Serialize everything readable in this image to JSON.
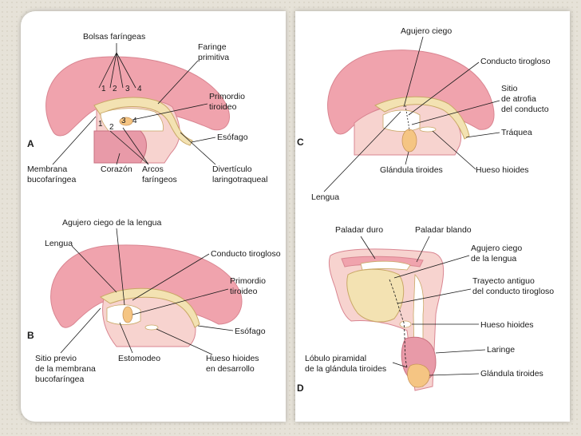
{
  "panels": {
    "A": {
      "letter": "A",
      "labels": {
        "bolsas": "Bolsas faríngeas",
        "faringe_1": "Faringe",
        "faringe_2": "primitiva",
        "primordio_1": "Primordio",
        "primordio_2": "tiroideo",
        "esofago": "Esófago",
        "membrana_1": "Membrana",
        "membrana_2": "bucofaríngea",
        "corazon": "Corazón",
        "arcos_1": "Arcos",
        "arcos_2": "faríngeos",
        "diverticulo_1": "Divertículo",
        "diverticulo_2": "laringotraqueal"
      },
      "pouch_numbers": [
        "1",
        "2",
        "3",
        "4"
      ],
      "arch_numbers": [
        "1",
        "2",
        "3",
        "4"
      ]
    },
    "B": {
      "letter": "B",
      "labels": {
        "agujero": "Agujero ciego de la lengua",
        "lengua": "Lengua",
        "conducto": "Conducto tirogloso",
        "primordio_1": "Primordio",
        "primordio_2": "tiroideo",
        "esofago": "Esófago",
        "sitio_1": "Sitio previo",
        "sitio_2": "de la membrana",
        "sitio_3": "bucofaríngea",
        "estomodeo": "Estomodeo",
        "hueso_1": "Hueso hioides",
        "hueso_2": "en desarrollo"
      }
    },
    "C": {
      "letter": "C",
      "labels": {
        "agujero": "Agujero ciego",
        "conducto": "Conducto tirogloso",
        "sitio_1": "Sitio",
        "sitio_2": "de atrofia",
        "sitio_3": "del conducto",
        "traquea": "Tráquea",
        "glandula": "Glándula tiroides",
        "hueso": "Hueso hioides",
        "lengua": "Lengua"
      }
    },
    "D": {
      "letter": "D",
      "labels": {
        "paladar_duro": "Paladar duro",
        "paladar_blando": "Paladar blando",
        "agujero_1": "Agujero ciego",
        "agujero_2": "de la lengua",
        "trayecto_1": "Trayecto antiguo",
        "trayecto_2": "del conducto tirogloso",
        "hueso": "Hueso hioides",
        "laringe": "Laringe",
        "lobulo_1": "Lóbulo piramidal",
        "lobulo_2": "de la glándula tiroides",
        "glandula": "Glándula tiroides"
      }
    }
  }
}
